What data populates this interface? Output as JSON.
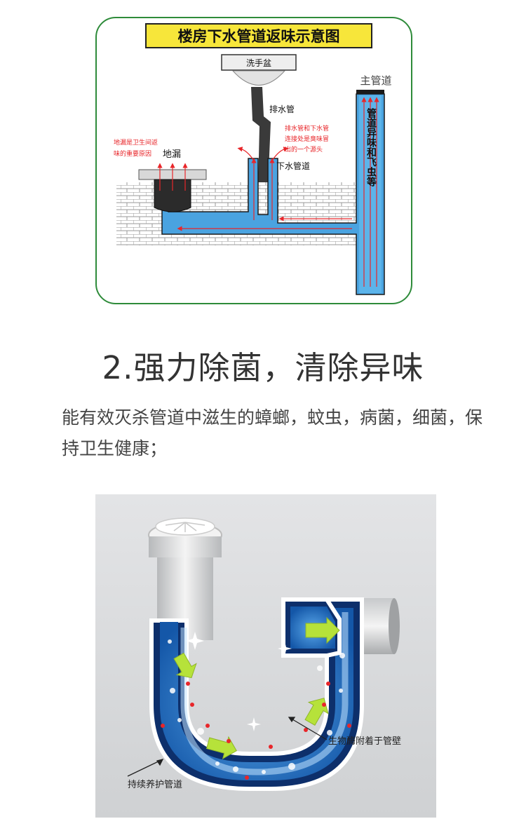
{
  "diagram1": {
    "title": "楼房下水管道返味示意图",
    "basin_label": "洗手盆",
    "drain_pipe_label": "排水管",
    "joint_note": [
      "排水管和下水管",
      "连接处是臭味冒",
      "出的一个源头"
    ],
    "sewer_pipe_label": "下水管道",
    "floor_drain_note": [
      "地漏是卫生间返",
      "味的重要原因"
    ],
    "floor_drain_label": "地漏",
    "main_pipe_label": "主管道",
    "main_pipe_vertical": "管道异味和飞虫等",
    "colors": {
      "title_bg": "#f7e63a",
      "frame": "#2e8b3a",
      "water": "#4aa3e0",
      "arrow": "#e8262a"
    }
  },
  "section": {
    "title": "2.强力除菌，清除异味",
    "body": "能有效灭杀管道中滋生的蟑螂，蚊虫，病菌，细菌，保持卫生健康；"
  },
  "diagram2": {
    "enzyme_label": "生物酶附着于管壁",
    "maintain_label": "持续养护管道",
    "colors": {
      "background": "#d9dbdd",
      "pipe_water": "#1f6fc4",
      "arrow": "#b6e23a"
    }
  }
}
